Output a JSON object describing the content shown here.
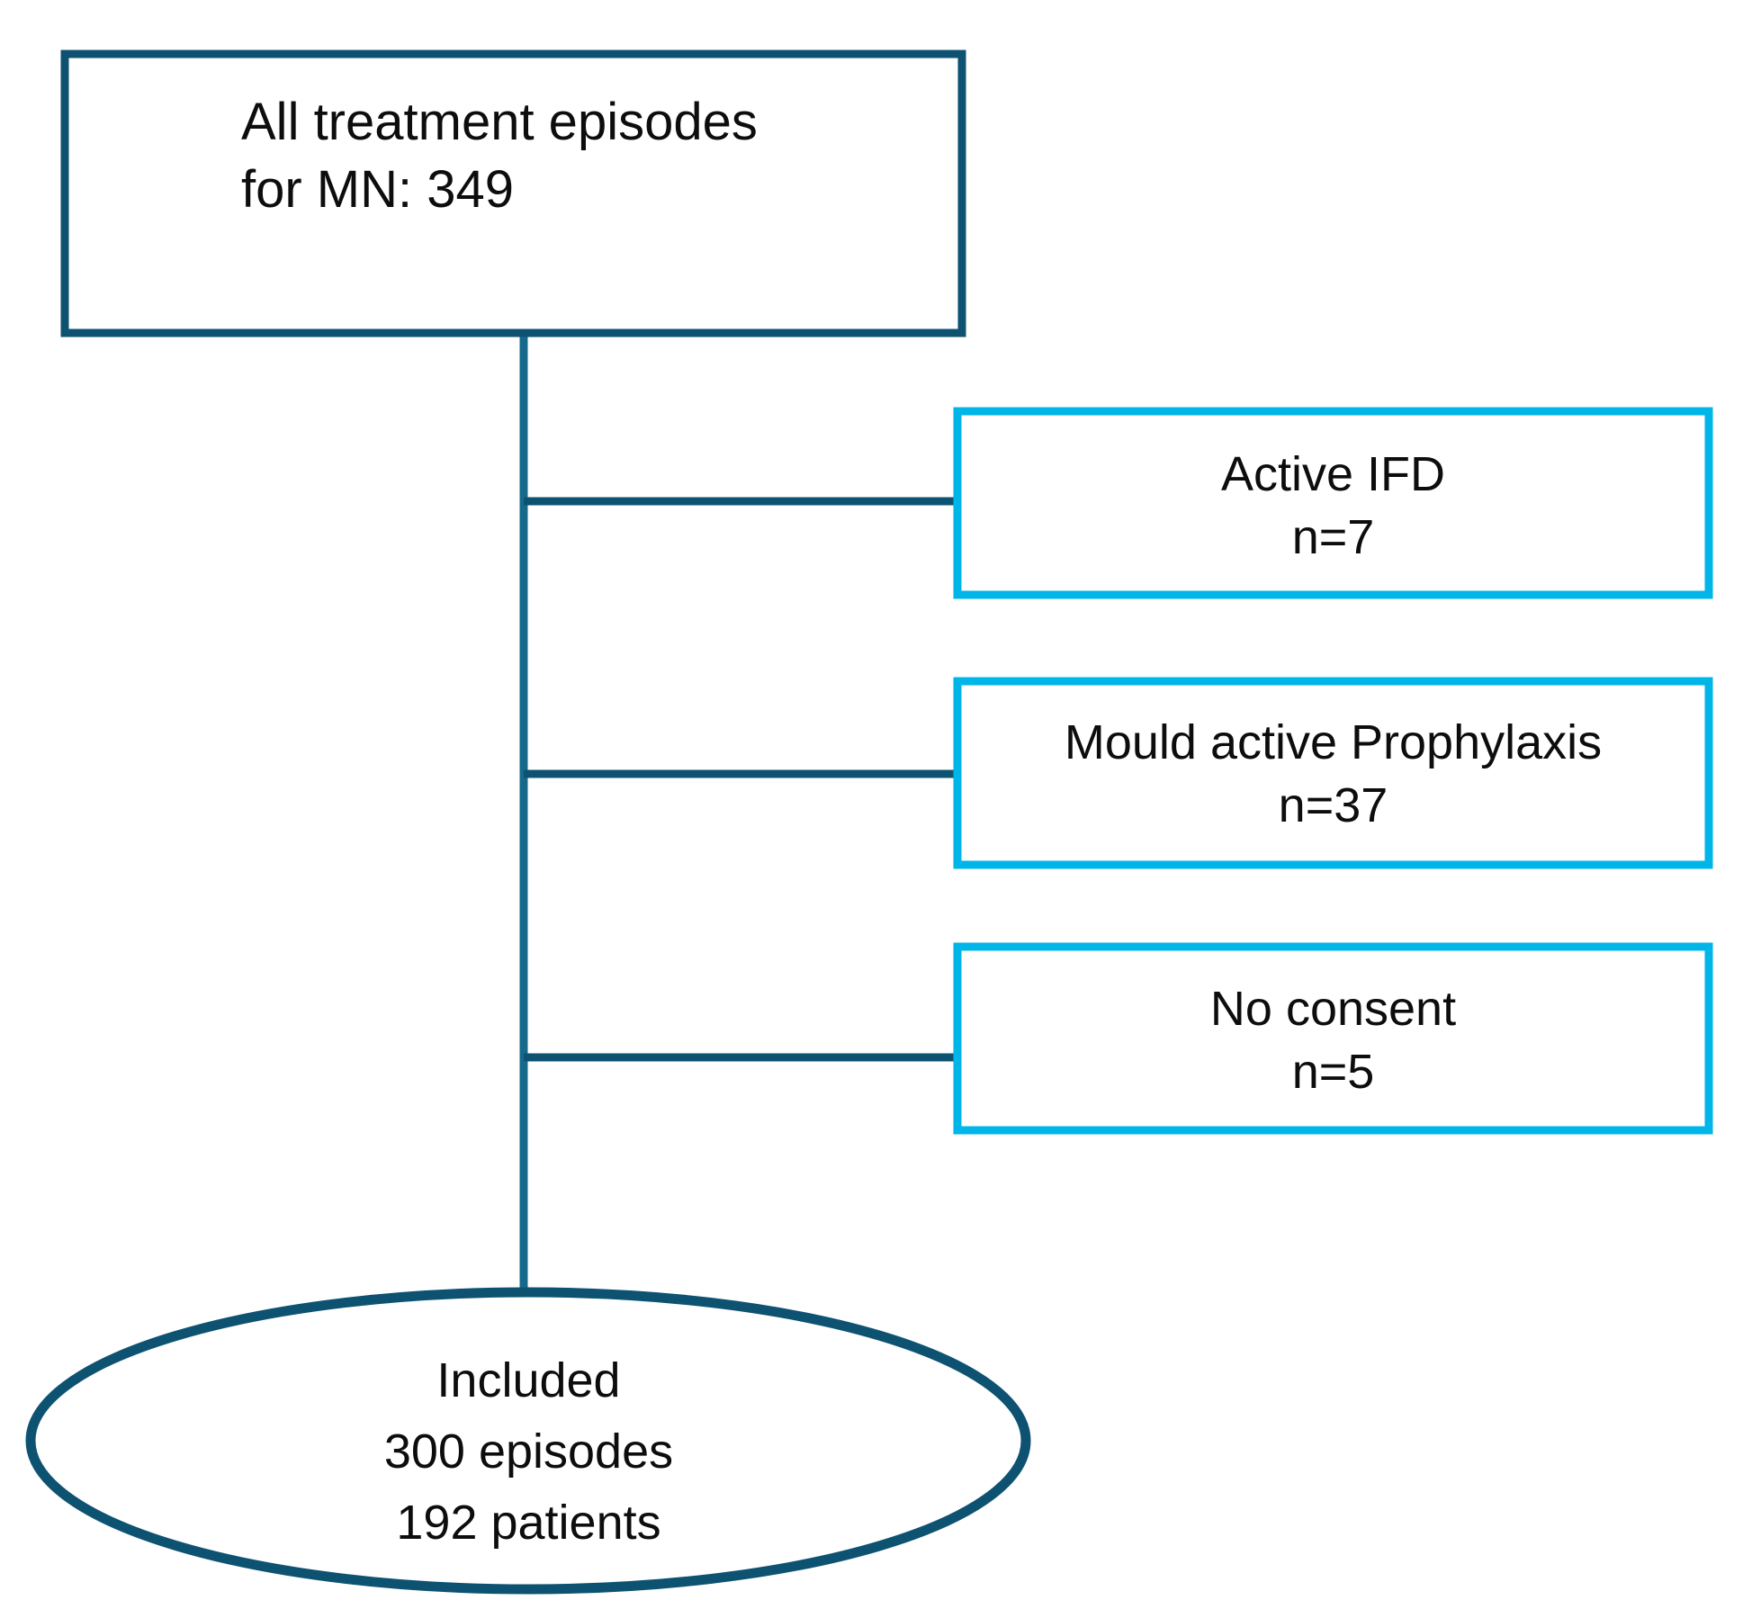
{
  "diagram": {
    "type": "flowchart",
    "orientation": "vertical",
    "colors": {
      "primary_dark": "#0E5272",
      "accent_cyan": "#00B5E8",
      "text": "#0D0D0D",
      "background": "#FFFFFF"
    },
    "root": {
      "shape": "rectangle",
      "border_color": "#0E5272",
      "label_line_1": "All treatment episodes",
      "label_line_2": "for MN: 349",
      "text": "All treatment episodes\nfor MN: 349",
      "count": 349,
      "count_unit": "treatment episodes"
    },
    "exclusions": [
      {
        "shape": "rectangle",
        "border_color": "#00B5E8",
        "label": "Active IFD",
        "count_label": "n=7",
        "count": 7,
        "text": "Active IFD\nn=7"
      },
      {
        "shape": "rectangle",
        "border_color": "#00B5E8",
        "label": "Mould active Prophylaxis",
        "count_label": "n=37",
        "count": 37,
        "text": "Mould active Prophylaxis\nn=37"
      },
      {
        "shape": "rectangle",
        "border_color": "#00B5E8",
        "label": "No consent",
        "count_label": "n=5",
        "count": 5,
        "text": "No consent\nn=5"
      }
    ],
    "terminal": {
      "shape": "ellipse",
      "border_color": "#0E5272",
      "label_line_1": "Included",
      "label_line_2": "300 episodes",
      "label_line_3": "192 patients",
      "text": "Included\n300 episodes\n192 patients",
      "episodes": 300,
      "patients": 192
    }
  }
}
